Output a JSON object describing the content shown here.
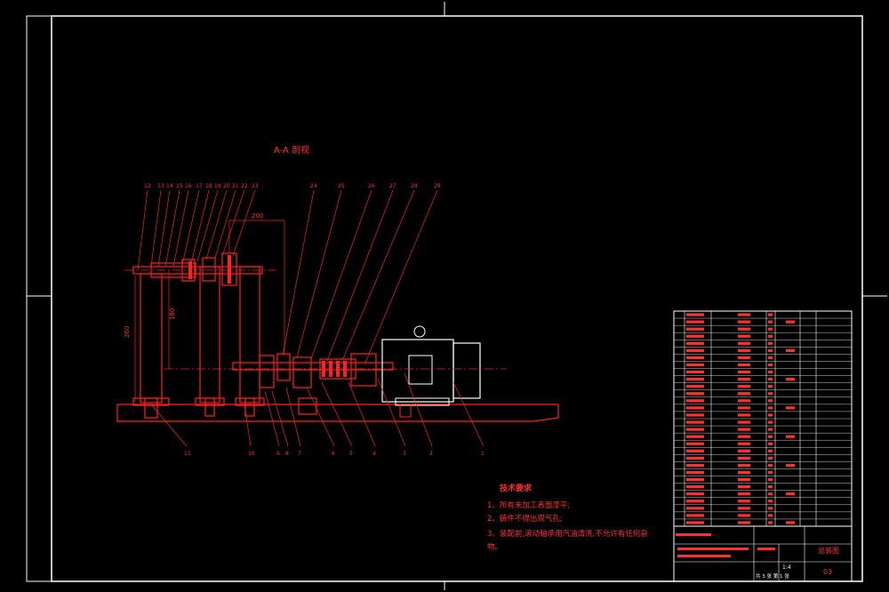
{
  "section_label": "A-A 剖视",
  "leader_numbers_top": [
    "12",
    "13",
    "14",
    "15",
    "16",
    "17",
    "18",
    "19",
    "20",
    "21",
    "22",
    "23",
    "24",
    "25",
    "26",
    "27",
    "28",
    "29"
  ],
  "leader_numbers_bottom": [
    "11",
    "10",
    "9",
    "8",
    "7",
    "6",
    "5",
    "4",
    "3",
    "2",
    "1"
  ],
  "dimensions": {
    "overall_height": "260",
    "center_height": "180",
    "span_top": "200"
  },
  "tech_requirements": {
    "title": "技术要求",
    "items": [
      "1、所有未加工表面漆平;",
      "2、铸件不得出现气孔;",
      "3、装配前,滚动轴承用汽油清洗,不允许有任何杂",
      "物。"
    ]
  },
  "title_block": {
    "drawing_title": "总装图",
    "drawing_no": "03",
    "scale": "1:4",
    "sheet": "共 3 张  第 1 张"
  },
  "colors": {
    "background": "#000000",
    "geometry": "#ff2020",
    "frame": "#ffffff"
  }
}
